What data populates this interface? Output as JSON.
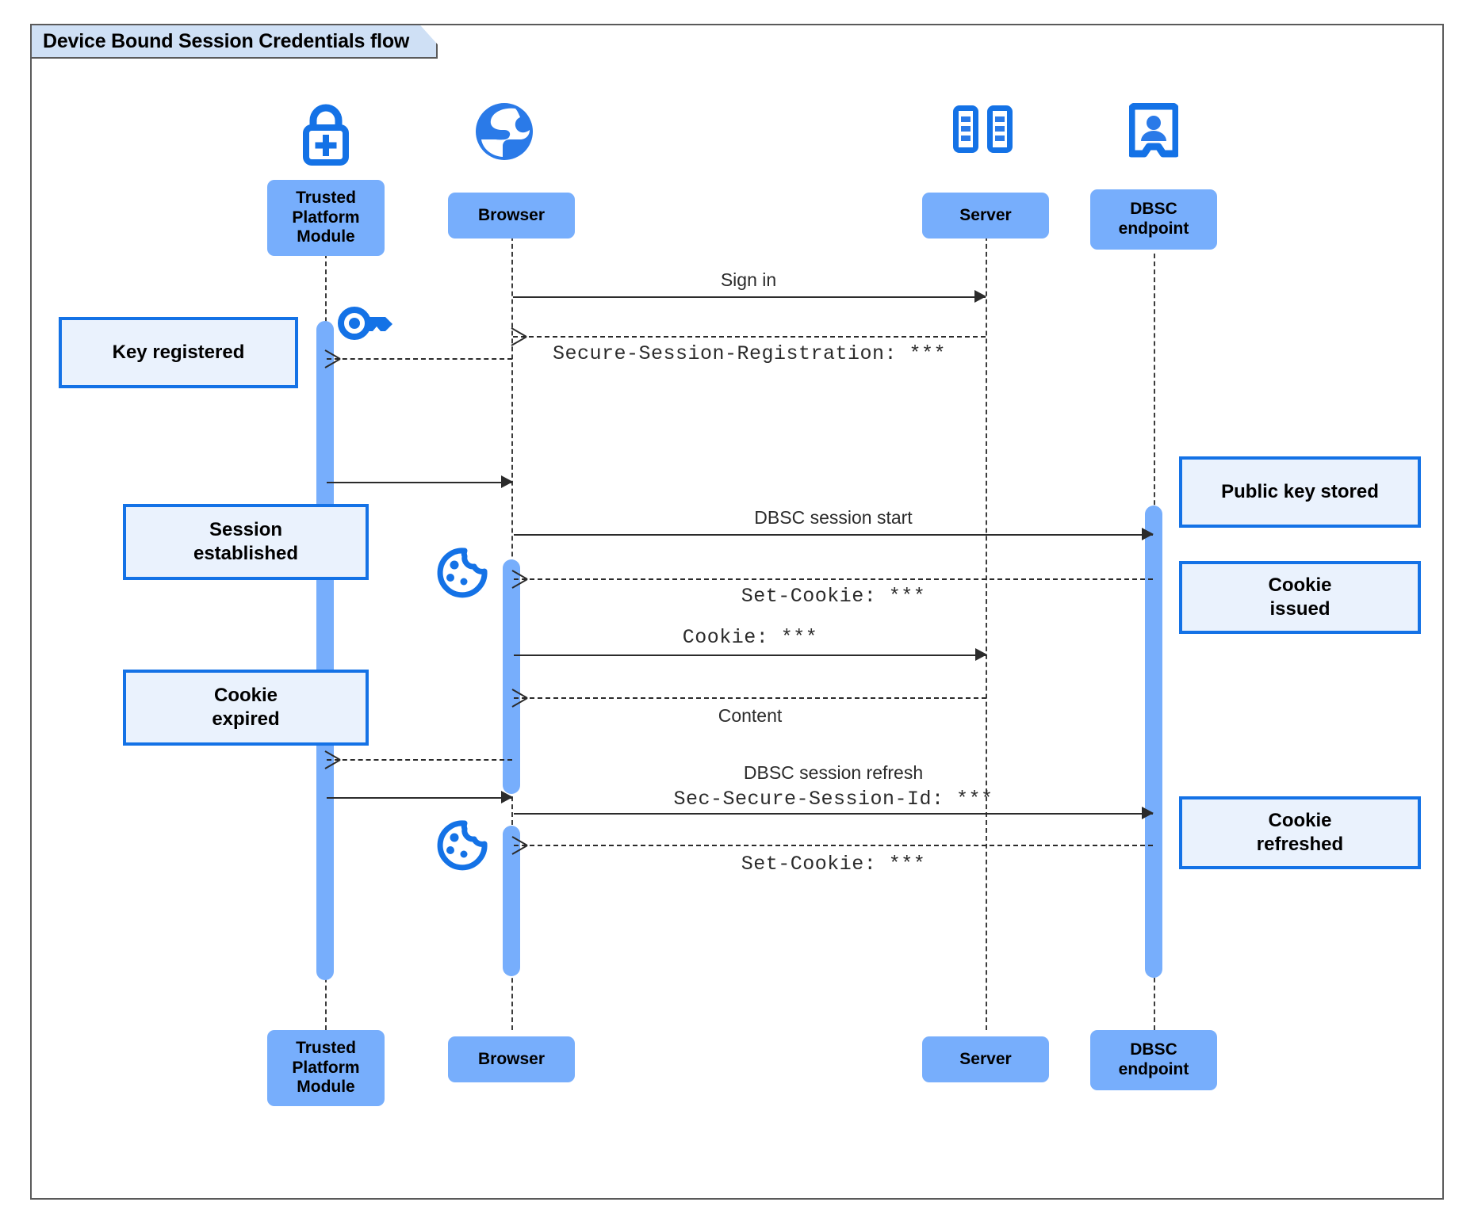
{
  "diagram": {
    "title": "Device Bound Session Credentials flow",
    "type": "uml-sequence-diagram",
    "accent_blue": "#1472e6",
    "participant_fill": "#77AEFC",
    "note_fill": "#eaf2fd",
    "title_fill": "#cfe0f5"
  },
  "participants": [
    {
      "id": "tpm",
      "label": "Trusted\nPlatform\nModule",
      "icon": "lock-plus-icon"
    },
    {
      "id": "browser",
      "label": "Browser",
      "icon": "globe-icon"
    },
    {
      "id": "server",
      "label": "Server",
      "icon": "server-rack-icon"
    },
    {
      "id": "dbsc",
      "label": "DBSC\nendpoint",
      "icon": "id-badge-icon"
    }
  ],
  "messages": [
    {
      "id": "m1",
      "from": "browser",
      "to": "server",
      "label": "Sign in",
      "style": "solid",
      "font": "sans"
    },
    {
      "id": "m2",
      "from": "server",
      "to": "browser",
      "label": "Secure-Session-Registration: ***",
      "style": "dashed",
      "font": "mono"
    },
    {
      "id": "m3",
      "from": "browser",
      "to": "tpm",
      "label": "",
      "style": "dashed",
      "font": "mono"
    },
    {
      "id": "m4",
      "from": "tpm",
      "to": "browser",
      "label": "",
      "style": "solid",
      "font": "sans"
    },
    {
      "id": "m5",
      "from": "browser",
      "to": "dbsc",
      "label": "DBSC session start",
      "style": "solid",
      "font": "sans"
    },
    {
      "id": "m6",
      "from": "dbsc",
      "to": "browser",
      "label": "Set-Cookie: ***",
      "style": "dashed",
      "font": "mono"
    },
    {
      "id": "m7",
      "from": "browser",
      "to": "server",
      "label": "Cookie: ***",
      "style": "solid",
      "font": "mono"
    },
    {
      "id": "m8",
      "from": "server",
      "to": "browser",
      "label": "Content",
      "style": "dashed",
      "font": "sans"
    },
    {
      "id": "m9",
      "from": "browser",
      "to": "tpm",
      "label": "",
      "style": "dashed",
      "font": "mono"
    },
    {
      "id": "m10",
      "from": "tpm",
      "to": "browser",
      "label": "",
      "style": "solid",
      "font": "sans"
    },
    {
      "id": "m11",
      "from": "browser",
      "to": "dbsc",
      "label_line1": "DBSC session refresh",
      "label_line2": "Sec-Secure-Session-Id: ***",
      "style": "solid",
      "font": "mixed"
    },
    {
      "id": "m12",
      "from": "dbsc",
      "to": "browser",
      "label": "Set-Cookie: ***",
      "style": "dashed",
      "font": "mono"
    }
  ],
  "notes": [
    {
      "id": "n1",
      "side": "left",
      "target": "tpm",
      "text": "Key registered"
    },
    {
      "id": "n2",
      "side": "left",
      "target": "tpm",
      "text": "Session\nestablished"
    },
    {
      "id": "n3",
      "side": "left",
      "target": "tpm",
      "text": "Cookie\nexpired"
    },
    {
      "id": "n4",
      "side": "right",
      "target": "dbsc",
      "text": "Public key stored"
    },
    {
      "id": "n5",
      "side": "right",
      "target": "dbsc",
      "text": "Cookie\nissued"
    },
    {
      "id": "n6",
      "side": "right",
      "target": "dbsc",
      "text": "Cookie\nrefreshed"
    }
  ],
  "inline_icons": [
    {
      "id": "i1",
      "name": "key-icon",
      "near": "tpm"
    },
    {
      "id": "i2",
      "name": "cookie-icon",
      "near": "browser"
    },
    {
      "id": "i3",
      "name": "cookie-icon",
      "near": "browser"
    }
  ],
  "labels": {
    "tpm_top": "Trusted\nPlatform\nModule",
    "tpm_bottom": "Trusted\nPlatform\nModule",
    "browser_top": "Browser",
    "browser_bottom": "Browser",
    "server_top": "Server",
    "server_bottom": "Server",
    "dbsc_top": "DBSC\nendpoint",
    "dbsc_bottom": "DBSC\nendpoint",
    "m1": "Sign in",
    "m2": "Secure-Session-Registration: ***",
    "m5": "DBSC session start",
    "m6": "Set-Cookie: ***",
    "m7": "Cookie: ***",
    "m8": "Content",
    "m11a": "DBSC session refresh",
    "m11b": "Sec-Secure-Session-Id: ***",
    "m12": "Set-Cookie: ***",
    "n1": "Key registered",
    "n2": "Session\nestablished",
    "n3": "Cookie\nexpired",
    "n4": "Public key stored",
    "n5": "Cookie\nissued",
    "n6": "Cookie\nrefreshed"
  }
}
